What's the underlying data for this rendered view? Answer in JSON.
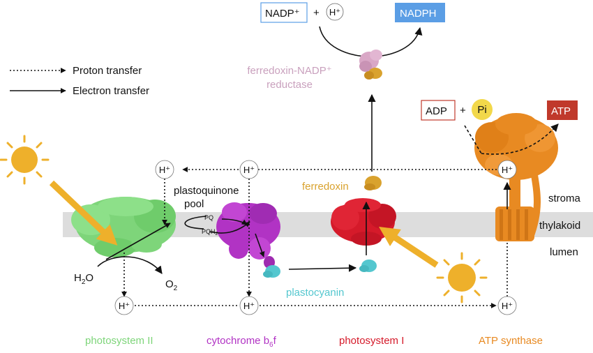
{
  "legend": {
    "proton": "Proton transfer",
    "electron": "Electron transfer"
  },
  "top": {
    "nadp": "NADP⁺",
    "plus1": "+",
    "h_plus": "H⁺",
    "nadph": "NADPH",
    "fnr_line1": "ferredoxin-NADP⁺",
    "fnr_line2": "reductase"
  },
  "atp_reaction": {
    "adp": "ADP",
    "plus": "+",
    "pi": "Pi",
    "atp": "ATP"
  },
  "proton_nodes": {
    "h_top_left": "H⁺",
    "h_top_mid": "H⁺",
    "h_atp": "H⁺",
    "h_bottom_left": "H⁺",
    "h_bottom_mid": "H⁺",
    "h_bottom_right": "H⁺"
  },
  "labels": {
    "pq_pool_1": "plastoquinone",
    "pq_pool_2": "pool",
    "pq": "PQ",
    "pqh2_main": "PQH",
    "pqh2_sub": "2",
    "ferredoxin": "ferredoxin",
    "plastocyanin": "plastocyanin",
    "water_main": "H",
    "water_sub": "2",
    "water_tail": "O",
    "oxygen_main": "O",
    "oxygen_sub": "2"
  },
  "regions": {
    "stroma": "stroma",
    "thylakoid": "thylakoid",
    "lumen": "lumen"
  },
  "complexes": {
    "psii": "photosystem II",
    "cytb6f_main": "cytochrome b",
    "cytb6f_sub": "6",
    "cytb6f_tail": "f",
    "psi": "photosystem I",
    "atp_synthase": "ATP synthase"
  },
  "colors": {
    "psii": "#7ed57a",
    "cytb6f": "#b133c4",
    "psi": "#d51a2a",
    "atp_synthase": "#e88a22",
    "ferredoxin": "#d9a22e",
    "plastocyanin": "#54c7cf",
    "fnr": "#d9a7c6",
    "nadph": "#5b9ee5",
    "atp": "#c0392b",
    "sun": "#eeb02b",
    "membrane": "#dddddd",
    "pi": "#f2d84a"
  },
  "icons": [
    "sun-icon",
    "sun-icon"
  ]
}
